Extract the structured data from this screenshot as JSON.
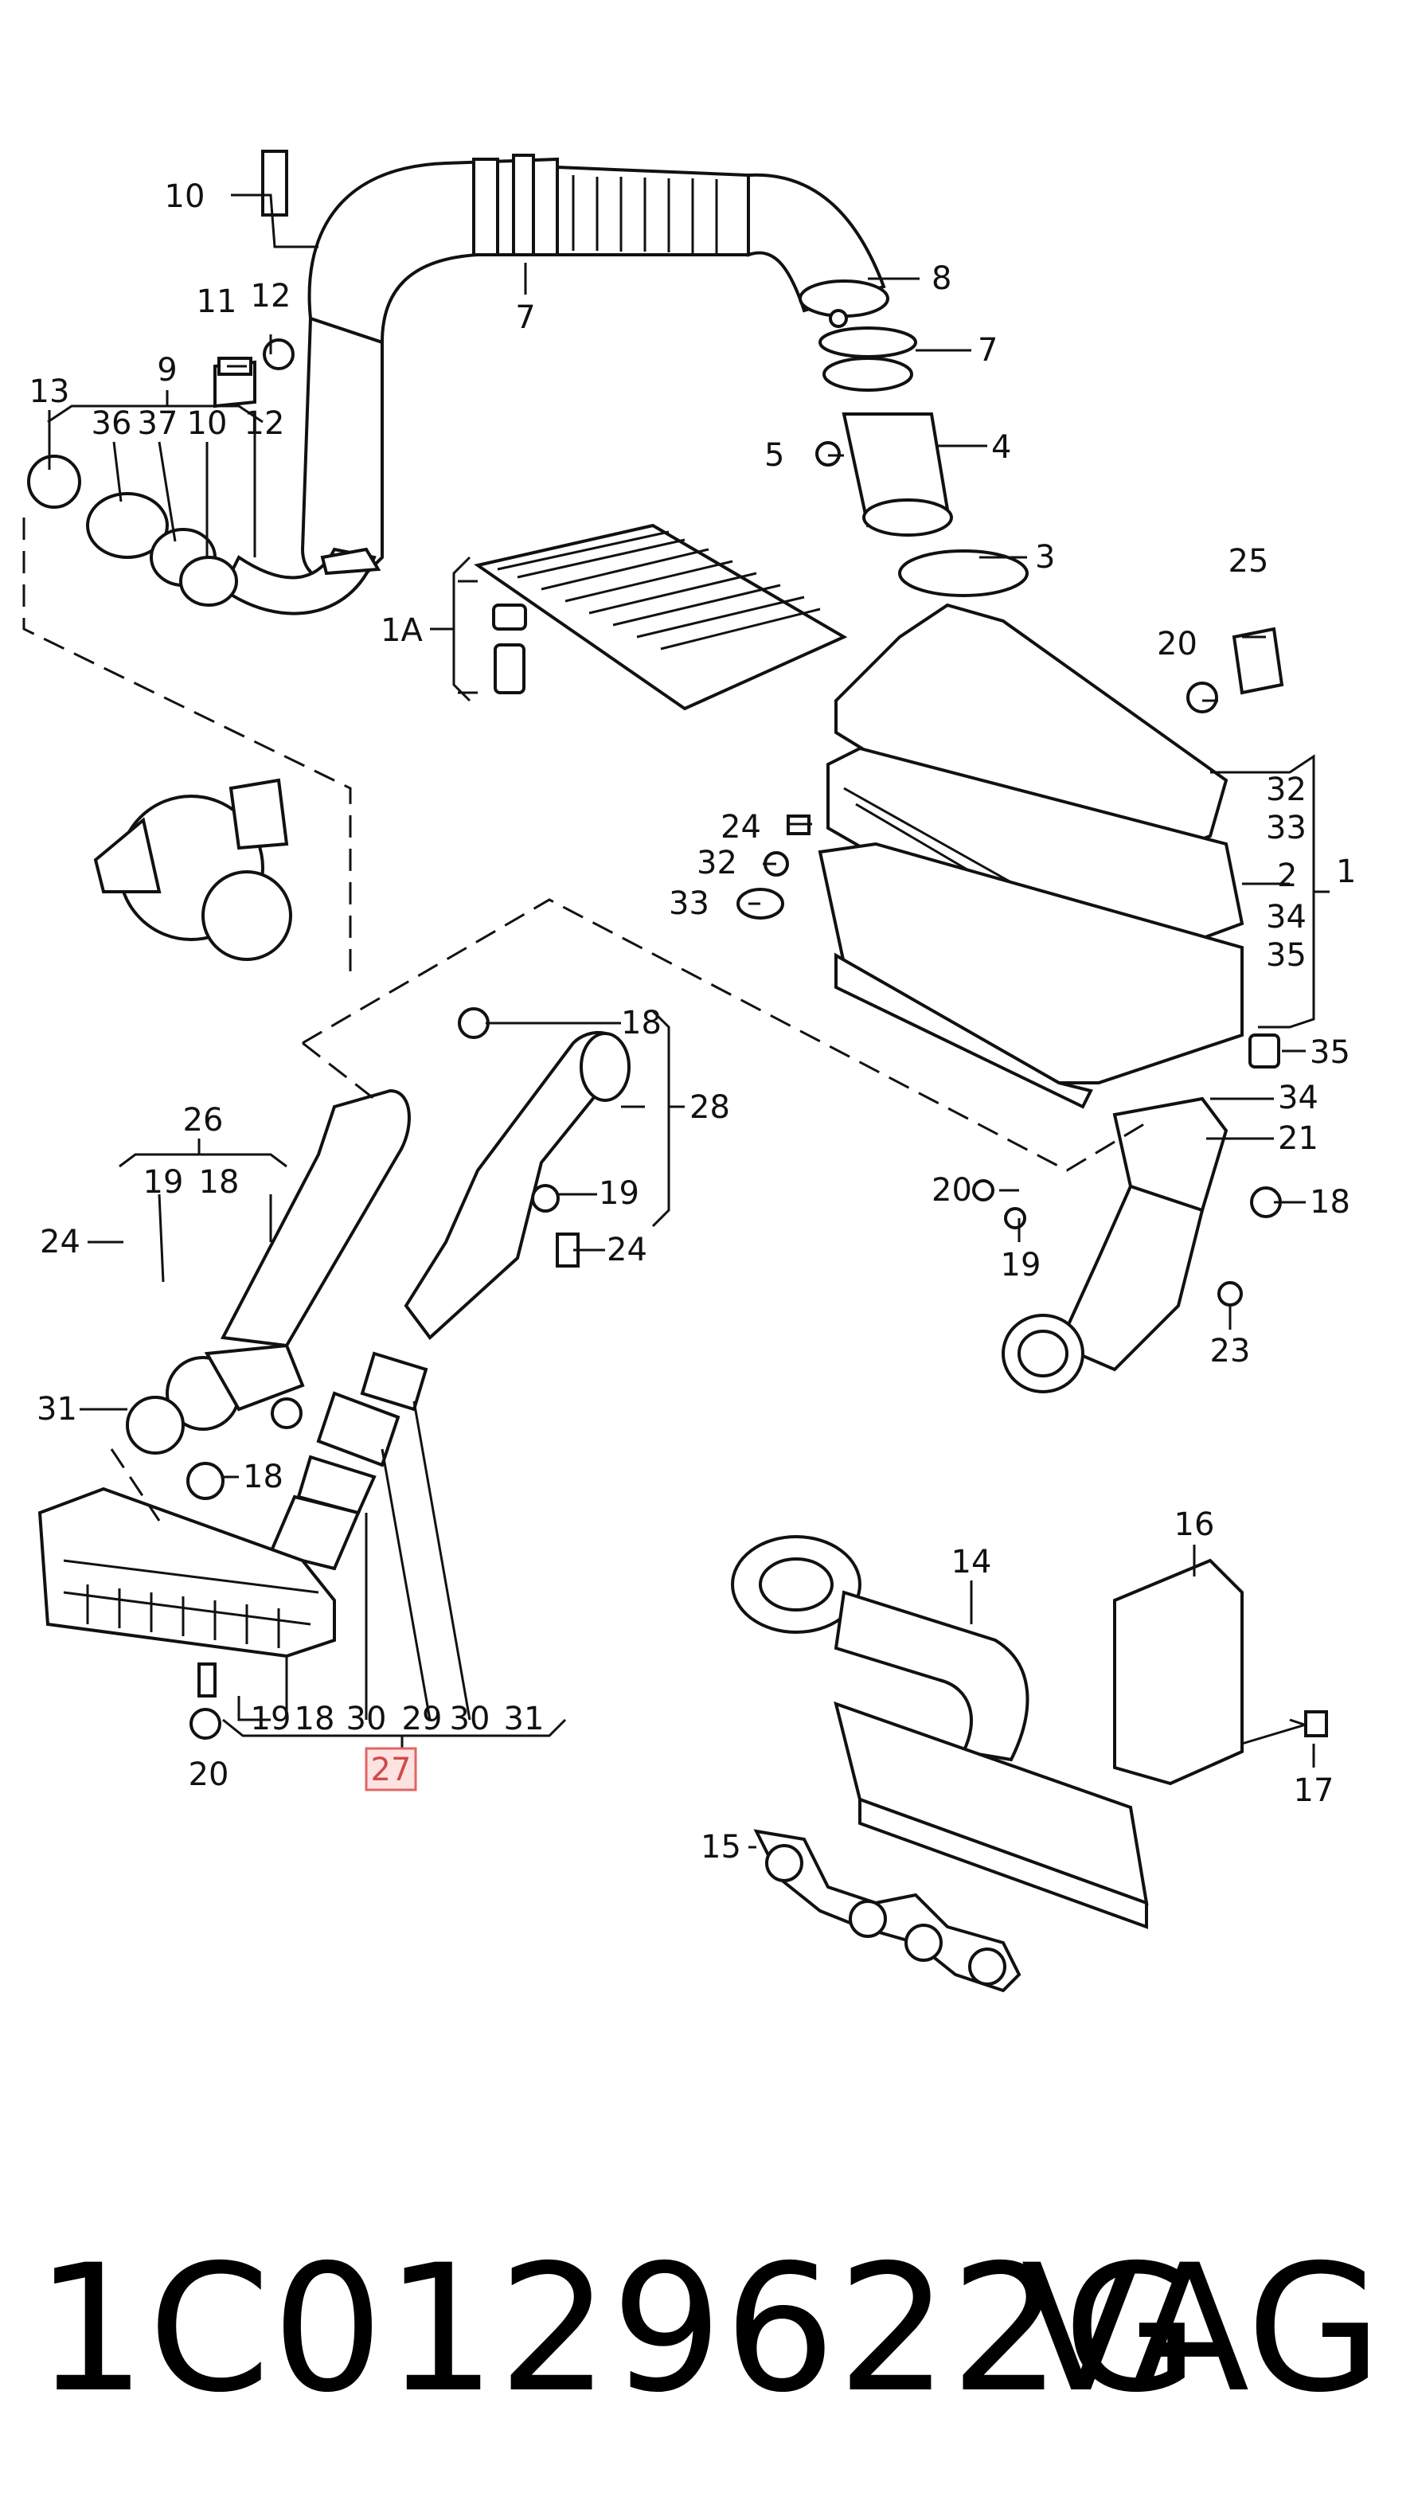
{
  "diagram": {
    "labels": {
      "l10a": "10",
      "l7a": "7",
      "l8": "8",
      "l7b": "7",
      "l11": "11",
      "l12a": "12",
      "l13": "13",
      "l9": "9",
      "l36": "36",
      "l37": "37",
      "l10b": "10",
      "l12b": "12",
      "l5": "5",
      "l4": "4",
      "l3": "3",
      "l1a": "1A",
      "l25": "25",
      "l20a": "20",
      "l32a": "32",
      "l33a": "33",
      "l2": "2",
      "l1": "1",
      "l34a": "34",
      "l35a": "35",
      "l24a": "24",
      "l32b": "32",
      "l33b": "33",
      "l18a": "18",
      "l28": "28",
      "l19a": "19",
      "l24b": "24",
      "l35b": "35",
      "l34b": "34",
      "l21": "21",
      "l20b": "20",
      "l18b": "18",
      "l19b": "19",
      "l23": "23",
      "l26": "26",
      "l19c": "19",
      "l18c": "18",
      "l24c": "24",
      "l31a": "31",
      "l18d": "18",
      "l19d": "19",
      "l18e": "18",
      "l30a": "30",
      "l29": "29",
      "l30b": "30",
      "l31b": "31",
      "l20c": "20",
      "l27": "27",
      "l16": "16",
      "l14": "14",
      "l15": "15",
      "l17": "17"
    },
    "highlighted_part": "27"
  },
  "footer": {
    "part_number": "1C0129622G",
    "brand": "VAG"
  }
}
